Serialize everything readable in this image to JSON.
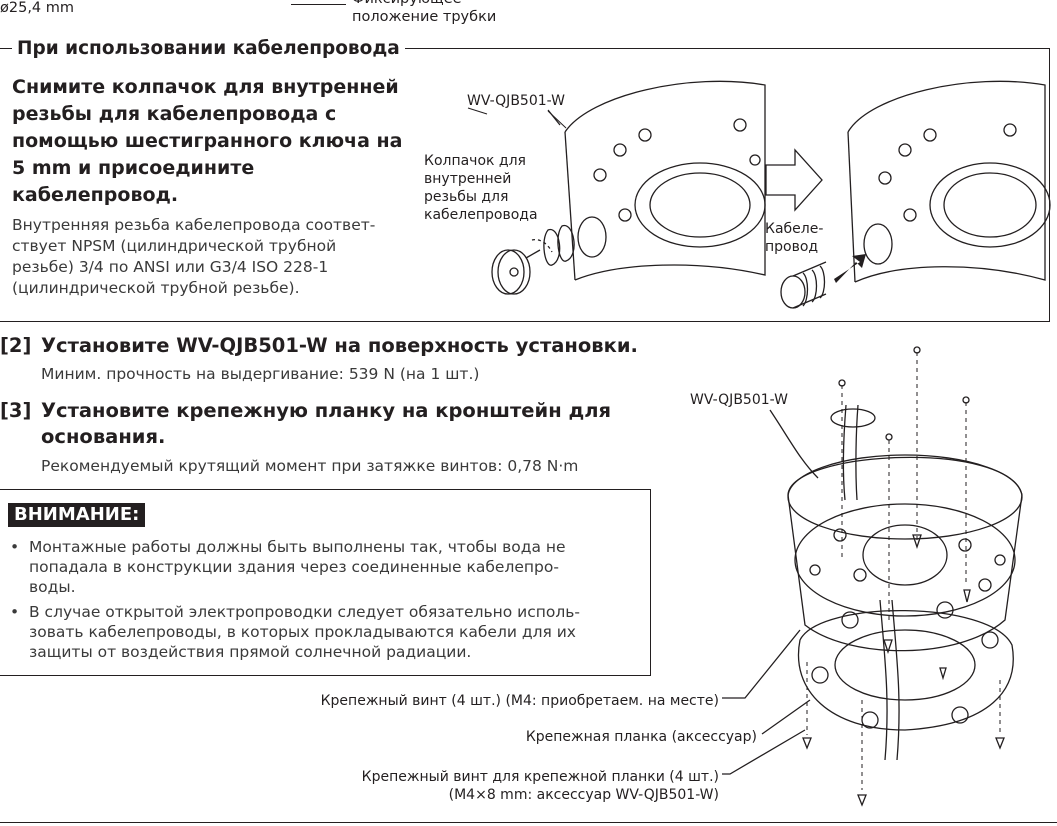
{
  "top": {
    "dim_label": "ø25,4 mm",
    "lock_label_line1": "Фиксирующее",
    "lock_label_line2": "положение трубки"
  },
  "conduit_box": {
    "title": "При использовании кабелепровода",
    "heading_lines": [
      "Снимите колпачок для внутренней",
      "резьбы для кабелепровода с",
      "помощью шестигранного ключа на",
      "5 mm и присоедините",
      "кабелепровод."
    ],
    "body_lines": [
      "Внутренняя резьба кабелепровода соответ-",
      "ствует NPSM (цилиндрической трубной",
      "резьбе) 3/4 по ANSI или G3/4 ISO 228-1",
      "(цилиндрической трубной резьбе)."
    ],
    "fig_model": "WV-QJB501-W",
    "fig_cap_lines": [
      "Колпачок для",
      "внутренней",
      "резьбы для",
      "кабелепровода"
    ],
    "fig_conduit_lines": [
      "Кабеле-",
      "провод"
    ]
  },
  "step2": {
    "number": "[2]",
    "title": "Установите WV-QJB501-W на поверхность установки.",
    "detail": "Миним. прочность на выдергивание: 539 N (на 1 шт.)"
  },
  "step3": {
    "number": "[3]",
    "title_line1": "Установите крепежную планку на кронштейн для",
    "title_line2": "основания.",
    "detail": "Рекомендуемый крутящий момент при затяжке винтов: 0,78 N·m"
  },
  "caution": {
    "title": "ВНИМАНИЕ:",
    "items": [
      [
        "Монтажные работы должны быть выполнены так, чтобы вода не",
        "попадала в конструкции здания через соединенные кабелепро-",
        "воды."
      ],
      [
        "В случае открытой электропроводки следует обязательно исполь-",
        "зовать кабелепроводы, в которых прокладываются кабели для их",
        "защиты от воздействия прямой солнечной радиации."
      ]
    ]
  },
  "figure2": {
    "model": "WV-QJB501-W",
    "screw_label": "Крепежный винт (4 шт.) (M4: приобретаем. на месте)",
    "plate_label": "Крепежная планка (аксессуар)",
    "plate_screw_line1": "Крепежный винт для крепежной планки (4 шт.)",
    "plate_screw_line2": "(M4×8 mm: аксессуар WV-QJB501-W)"
  }
}
